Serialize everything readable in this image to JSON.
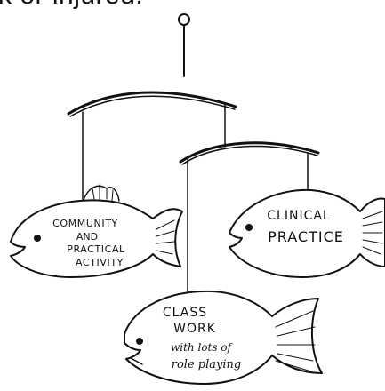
{
  "caption": {
    "text": "k or injured."
  },
  "fish_community": {
    "line1": "COMMUNITY",
    "line2": "AND",
    "line3": "PRACTICAL",
    "line4": "ACTIVITY"
  },
  "fish_clinical": {
    "line1": "CLINICAL",
    "line2": "PRACTICE"
  },
  "fish_class": {
    "line1": "CLASS",
    "line2": "WORK",
    "line3": "with lots of",
    "line4": "role playing"
  }
}
